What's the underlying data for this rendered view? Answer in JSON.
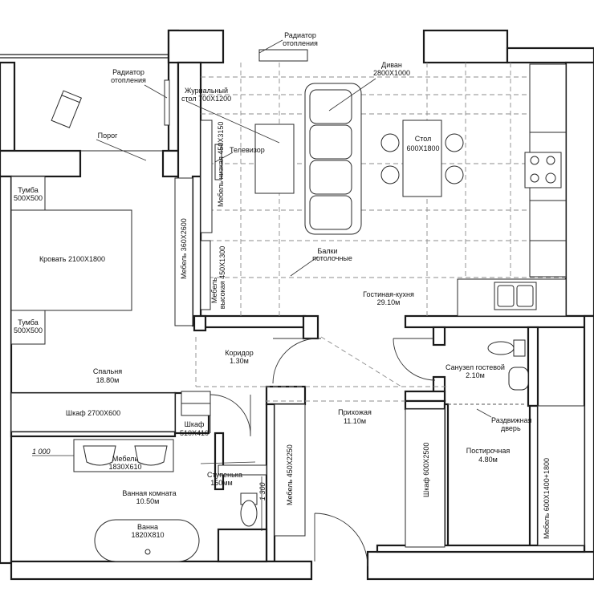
{
  "labels": {
    "radiator_top": [
      "Радиатор",
      "отопления"
    ],
    "radiator_left": [
      "Радиатор",
      "отопления"
    ],
    "coffee_table": [
      "Журнальный",
      "стол 700X1200"
    ],
    "threshold": "Порог",
    "sofa": [
      "Диван",
      "2800X1000"
    ],
    "table": [
      "Стол",
      "600X1800"
    ],
    "tv": "Телевизор",
    "low_furniture": "Мебель низкая 450X3150",
    "high_furniture": [
      "Мебель",
      "высокая 450X1300"
    ],
    "furniture_360": "Мебель 360X2600",
    "beams": [
      "Балки",
      "потолочные"
    ],
    "living_kitchen": [
      "Гостиная-кухня",
      "29.10м"
    ],
    "nightstand_1": [
      "Тумба",
      "500X500"
    ],
    "nightstand_2": [
      "Тумба",
      "500X500"
    ],
    "bed": "Кровать 2100X1800",
    "bedroom": [
      "Спальня",
      "18.80м"
    ],
    "wardrobe_2700": "Шкаф 2700X600",
    "corridor": [
      "Коридор",
      "1.30м"
    ],
    "guest_wc": [
      "Санузел гостевой",
      "2.10м"
    ],
    "hallway": [
      "Прихожая",
      "11.10м"
    ],
    "sliding_door": [
      "Раздвижная",
      "дверь"
    ],
    "cabinet_510": [
      "Шкаф",
      "510X410"
    ],
    "dim_1000": "1 000",
    "vanity": [
      "Мебель",
      "1830X610"
    ],
    "step": [
      "Ступенька",
      "150мм"
    ],
    "dim_1300": "1 300",
    "bathroom": [
      "Ванная комната",
      "10.50м"
    ],
    "bath": [
      "Ванна",
      "1820X810"
    ],
    "furniture_450x2250": "Мебель 450X2250",
    "wardrobe_600x2500": "Шкаф 600X2500",
    "laundry": [
      "Постирочная",
      "4.80м"
    ],
    "furniture_600": "Мебель 600X1400+1800"
  }
}
